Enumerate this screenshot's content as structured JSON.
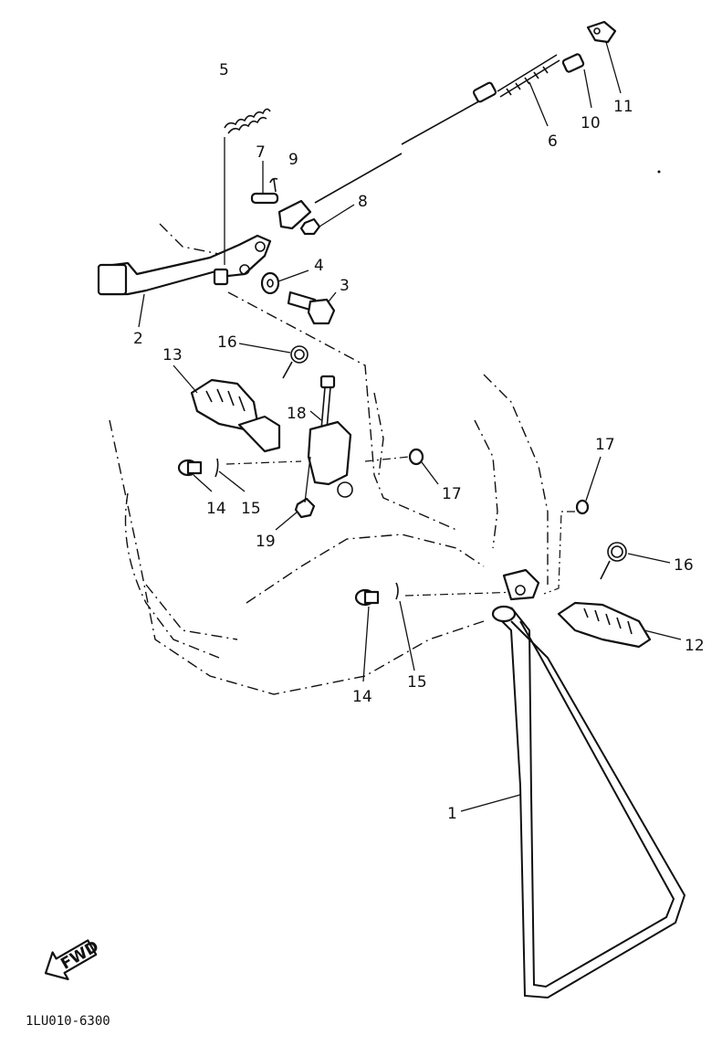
{
  "callouts": [
    {
      "id": "c1",
      "label": "1"
    },
    {
      "id": "c2",
      "label": "2"
    },
    {
      "id": "c3",
      "label": "3"
    },
    {
      "id": "c4",
      "label": "4"
    },
    {
      "id": "c5",
      "label": "5"
    },
    {
      "id": "c6",
      "label": "6"
    },
    {
      "id": "c7",
      "label": "7"
    },
    {
      "id": "c8",
      "label": "8"
    },
    {
      "id": "c9",
      "label": "9"
    },
    {
      "id": "c10",
      "label": "10"
    },
    {
      "id": "c11",
      "label": "11"
    },
    {
      "id": "c12",
      "label": "12"
    },
    {
      "id": "c13",
      "label": "13"
    },
    {
      "id": "c14a",
      "label": "14"
    },
    {
      "id": "c14b",
      "label": "14"
    },
    {
      "id": "c15a",
      "label": "15"
    },
    {
      "id": "c15b",
      "label": "15"
    },
    {
      "id": "c16a",
      "label": "16"
    },
    {
      "id": "c16b",
      "label": "16"
    },
    {
      "id": "c17a",
      "label": "17"
    },
    {
      "id": "c17b",
      "label": "17"
    },
    {
      "id": "c18",
      "label": "18"
    },
    {
      "id": "c19",
      "label": "19"
    }
  ],
  "fwd_label": "FWD",
  "ref_code": "1LU010-6300"
}
